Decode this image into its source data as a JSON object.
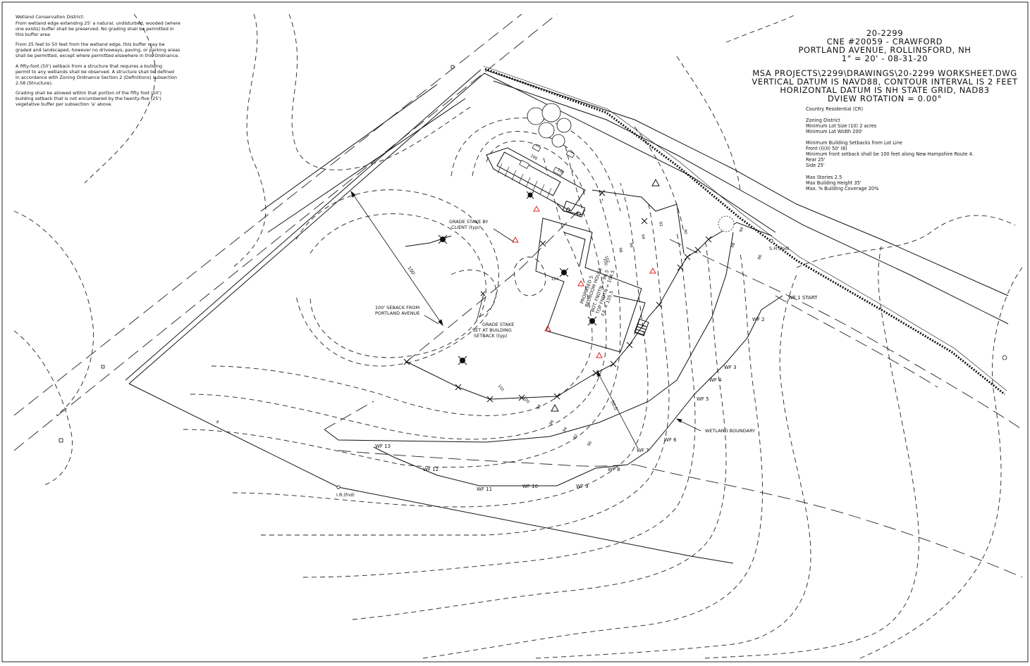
{
  "wetland_notes": {
    "title": "Wetland Conservation District:",
    "p1": [
      "From wetland edge extending 25' a natural, undisturbed, wooded (where",
      "one exists) buffer shall be preserved. No grading shall be permitted in",
      "this buffer area"
    ],
    "p2": [
      "From 25 feet to 50 feet from the wetland edge, this buffer may be",
      "graded and landscaped, however no driveways, paving, or parking areas",
      "shall be permitted, except where permitted elsewhere in this Ordinance."
    ],
    "p3": [
      "A fifty-foot (50') setback from a structure that requires a building",
      "permit to any wetlands shall be observed. A structure shall be defined",
      "in accordance with Zoning Ordinance Section 2 (Definitions) subsection",
      "2.58 (Structure)."
    ],
    "p4": [
      "Grading shall be allowed within that portion of the fifty foot (50')",
      "building setback that is not encumbered by the twenty-five (25')",
      "vegetative buffer per subsection 'a' above."
    ]
  },
  "title_block": {
    "lines": [
      "20-2299",
      "CNE #20059 - CRAWFORD",
      "PORTLAND AVENUE, ROLLINSFORD, NH",
      "1\" = 20' - 08-31-20",
      "MSA PROJECTS\\2299\\DRAWINGS\\20-2299 WORKSHEET.DWG",
      "VERTICAL DATUM IS NAVD88, CONTOUR INTERVAL IS 2 FEET",
      "HORIZONTAL DATUM IS NH STATE GRID, NAD83",
      "DVIEW ROTATION = 0.00°"
    ]
  },
  "zoning": {
    "district_name": "Country Residential (CR)",
    "heading": "Zoning District",
    "lot_size": "Minimum Lot Size (10) 2 acres",
    "lot_width": "Minimum Lot Width 200'",
    "setbacks_heading": "Minimum Building Setbacks from Lot Line",
    "front": "Front (I)(II) 50' (8)",
    "front_note": "Minimum front setback shall be 100 feet along New Hampshire Route 4.",
    "rear": "Rear 25'",
    "side": "Side 25'",
    "stories": "Max Stories 2.5",
    "height": "Max Building Height 35'",
    "coverage": "Max. % Building Coverage 20%"
  },
  "labels": {
    "grade_stake_client_1": "GRADE STAKE BY",
    "grade_stake_client_2": "CLIENT (typ)",
    "setback_1": "100' SEBACK FROM",
    "setback_2": "PORTLAND AVENUE",
    "grade_stake_bldg_1": "GRADE STAKE",
    "grade_stake_bldg_2": "SET AT BUILDING",
    "grade_stake_bldg_3": "SETBACK (typ)",
    "house_1": "PROPOSED 5",
    "house_2": "BEDROOM HOUSE",
    "house_3": "BOT. FNDTN = 96.5",
    "house_4": "TOP FNDTN = 104.5",
    "house_5": "F.F. = 105.5",
    "wetland_boundary": "WETLAND BOUNDARY",
    "dim_100": "100'",
    "dim_50": "50.0'",
    "sh_fnd": "S.H.(fnd)",
    "ir_fnd": "I.R.(fnd)"
  },
  "wetland_flags": [
    "WF 1 START",
    "WF 2",
    "WF 3",
    "WF 4",
    "WF 5",
    "WF 6",
    "WF 7",
    "WF 8",
    "WF 9",
    "WF 10",
    "WF 11",
    "WF 12",
    "WF 13"
  ],
  "contour_labels": [
    "104",
    "102",
    "100",
    "98",
    "96",
    "94",
    "92",
    "90",
    "100",
    "98",
    "96",
    "94",
    "92",
    "90",
    "88",
    "86",
    "84",
    "102",
    "100",
    "100",
    "8"
  ],
  "colors": {
    "ink": "#111111",
    "stake": "#e02020"
  }
}
